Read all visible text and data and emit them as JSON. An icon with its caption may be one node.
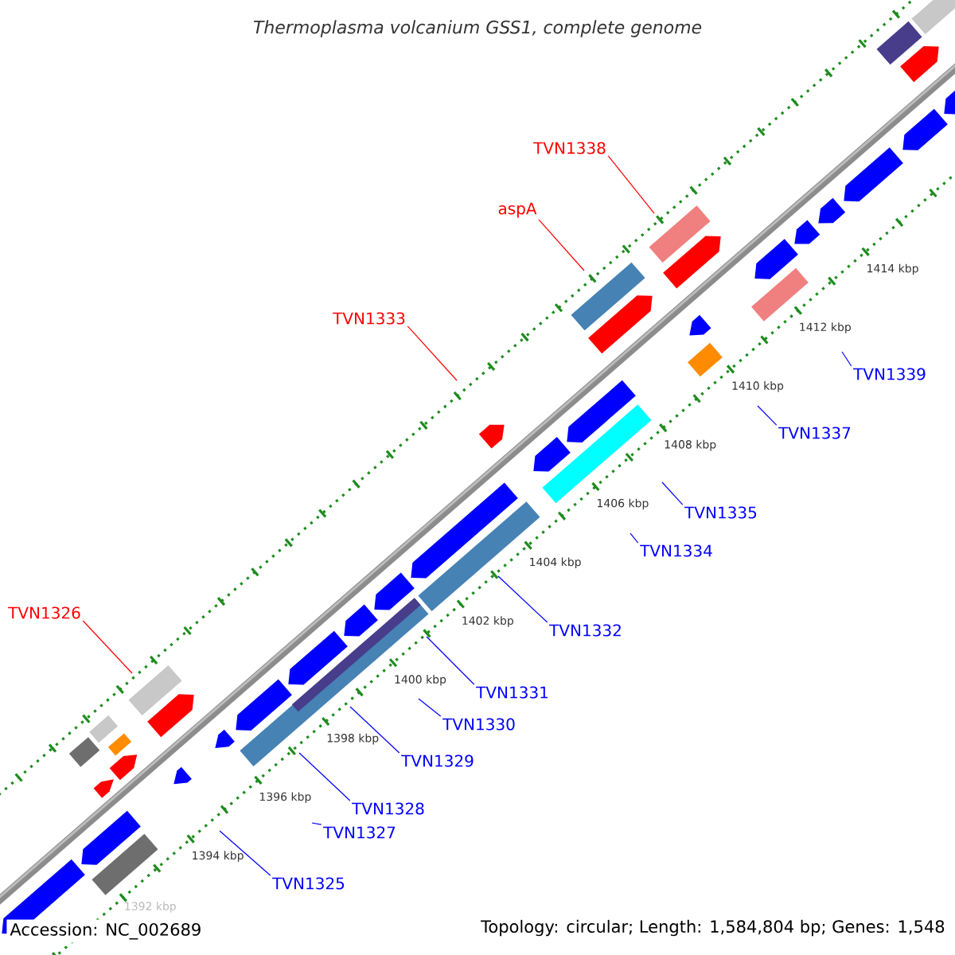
{
  "diagram": {
    "title": "Thermoplasma volcanium GSS1, complete genome",
    "nodes": [
      {
        "text": [
          "TVN1338"
        ]
      },
      {
        "text": [
          "aspA"
        ]
      },
      {
        "text": [
          "TVN1333"
        ]
      },
      {
        "text": [
          "TVN1339"
        ]
      },
      {
        "text": [
          "TVN1337"
        ]
      },
      {
        "text": [
          "TVN1335"
        ]
      },
      {
        "text": [
          "TVN1334"
        ]
      },
      {
        "text": [
          "TVN1326"
        ]
      },
      {
        "text": [
          "TVN1332"
        ]
      },
      {
        "text": [
          "TVN1331"
        ]
      },
      {
        "text": [
          "TVN1330"
        ]
      },
      {
        "text": [
          "TVN1329"
        ]
      },
      {
        "text": [
          "TVN1328"
        ]
      },
      {
        "text": [
          "TVN1327"
        ]
      },
      {
        "text": [
          "TVN1325"
        ]
      }
    ],
    "edges": [
      {
        "from": 0,
        "to": null,
        "arrow": "none",
        "color": "#ff0000"
      },
      {
        "from": 1,
        "to": null,
        "arrow": "none",
        "color": "#ff0000"
      },
      {
        "from": 2,
        "to": null,
        "arrow": "none",
        "color": "#ff0000"
      },
      {
        "from": 3,
        "to": null,
        "arrow": "none"
      },
      {
        "from": 4,
        "to": null,
        "arrow": "none"
      },
      {
        "from": 5,
        "to": null,
        "arrow": "none"
      },
      {
        "from": 6,
        "to": null,
        "arrow": "none"
      },
      {
        "from": 7,
        "to": null,
        "arrow": "none",
        "color": "#ff0000"
      },
      {
        "from": 8,
        "to": null,
        "arrow": "none"
      },
      {
        "from": 9,
        "to": null,
        "arrow": "none"
      },
      {
        "from": 10,
        "to": null,
        "arrow": "none"
      },
      {
        "from": 11,
        "to": null,
        "arrow": "none"
      },
      {
        "from": 12,
        "to": null,
        "arrow": "none"
      },
      {
        "from": 13,
        "to": null,
        "arrow": "none"
      },
      {
        "from": 14,
        "to": null,
        "arrow": "none"
      }
    ],
    "labels": [
      "1414 kbp",
      "1412 kbp",
      "1410 kbp",
      "1408 kbp",
      "1406 kbp",
      "1404 kbp",
      "1402 kbp",
      "1400 kbp",
      "1398 kbp",
      "1396 kbp",
      "1394 kbp",
      "1392 kbp",
      "Accession: NC_002689",
      "Topology: circular; Length: 1,584,804 bp; Genes: 1,548"
    ]
  }
}
